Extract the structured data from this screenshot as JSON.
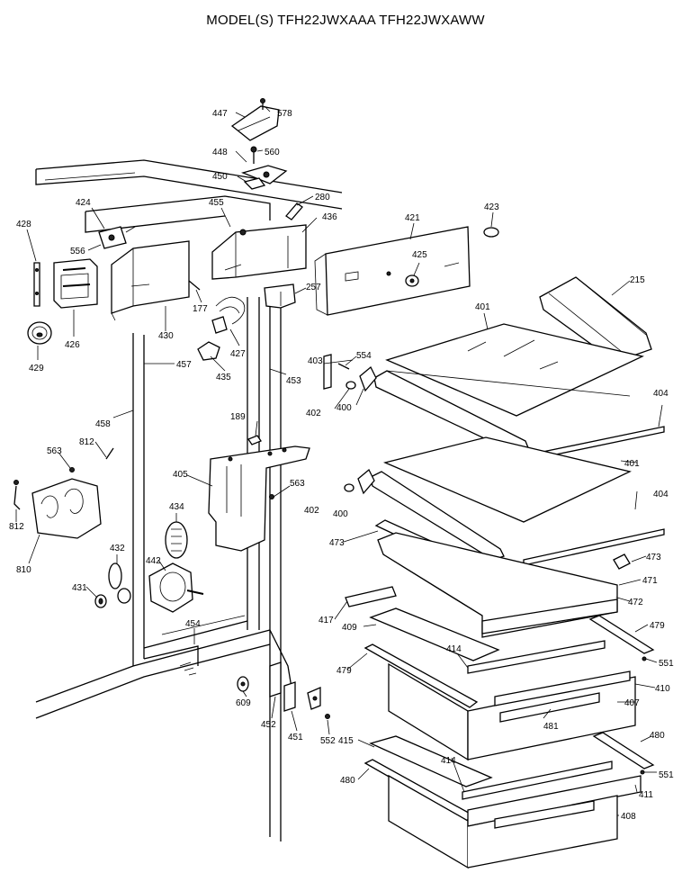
{
  "title": "MODEL(S) TFH22JWXAAA TFH22JWXAWW",
  "part_labels": [
    "447",
    "578",
    "448",
    "560",
    "450",
    "280",
    "436",
    "421",
    "423",
    "424",
    "455",
    "428",
    "556",
    "426",
    "429",
    "430",
    "177",
    "427",
    "435",
    "457",
    "458",
    "453",
    "257",
    "403",
    "554",
    "402",
    "400",
    "401",
    "215",
    "404",
    "189",
    "405",
    "563",
    "812",
    "563",
    "812",
    "810",
    "434",
    "432",
    "442",
    "431",
    "454",
    "609",
    "452",
    "451",
    "552",
    "415",
    "473",
    "471",
    "472",
    "417",
    "409",
    "414",
    "479",
    "551",
    "410",
    "407",
    "481",
    "480",
    "414",
    "480",
    "551",
    "411",
    "408",
    "425"
  ]
}
